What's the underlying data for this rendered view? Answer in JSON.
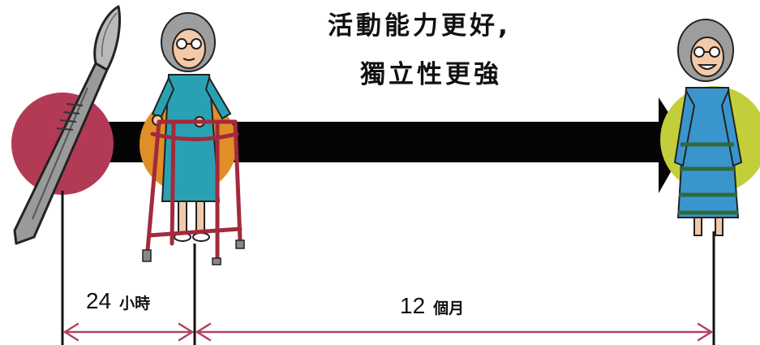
{
  "caption": {
    "line1": "活動能力更好,",
    "line2": "獨立性更強"
  },
  "durations": [
    {
      "number": "24",
      "unit": "小時"
    },
    {
      "number": "12",
      "unit": "個月"
    }
  ],
  "colors": {
    "surgery_circle": "#b23a55",
    "day_after_circle": "#e08e26",
    "year_after_circle": "#c3cf3a",
    "timeline_bar": "#050505",
    "dimension_arrows": "#b2435f",
    "gown": "#2aa0b3",
    "dress": "#3a95cd",
    "walker": "#a32a3c"
  },
  "icons": [
    "scalpel-icon",
    "patient-with-walker-icon",
    "recovered-woman-icon"
  ]
}
